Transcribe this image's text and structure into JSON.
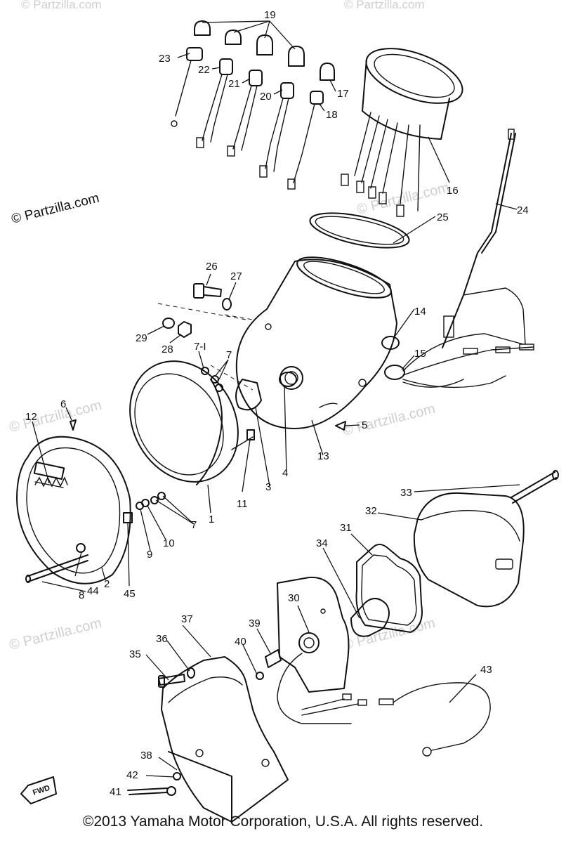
{
  "watermark": {
    "main": "© Partzilla.com",
    "faint": "© Partzilla.com"
  },
  "copyright": "©2013 Yamaha Motor Corporation, U.S.A. All rights reserved.",
  "fwd_label": "FWD",
  "callouts": {
    "c1": "1",
    "c2": "2",
    "c3": "3",
    "c4": "4",
    "c5": "5",
    "c6": "6",
    "c7a": "7",
    "c7b": "7",
    "c7_1": "7-I",
    "c8": "8",
    "c9": "9",
    "c10": "10",
    "c11": "11",
    "c12": "12",
    "c13": "13",
    "c14": "14",
    "c15": "15",
    "c16": "16",
    "c17": "17",
    "c18": "18",
    "c19": "19",
    "c20": "20",
    "c21": "21",
    "c22": "22",
    "c23": "23",
    "c24": "24",
    "c25": "25",
    "c26": "26",
    "c27": "27",
    "c28": "28",
    "c29": "29",
    "c30": "30",
    "c31": "31",
    "c32": "32",
    "c33": "33",
    "c34": "34",
    "c35": "35",
    "c36": "36",
    "c37": "37",
    "c38": "38",
    "c39": "39",
    "c40": "40",
    "c41": "41",
    "c42": "42",
    "c43": "43",
    "c44": "44",
    "c45": "45"
  }
}
